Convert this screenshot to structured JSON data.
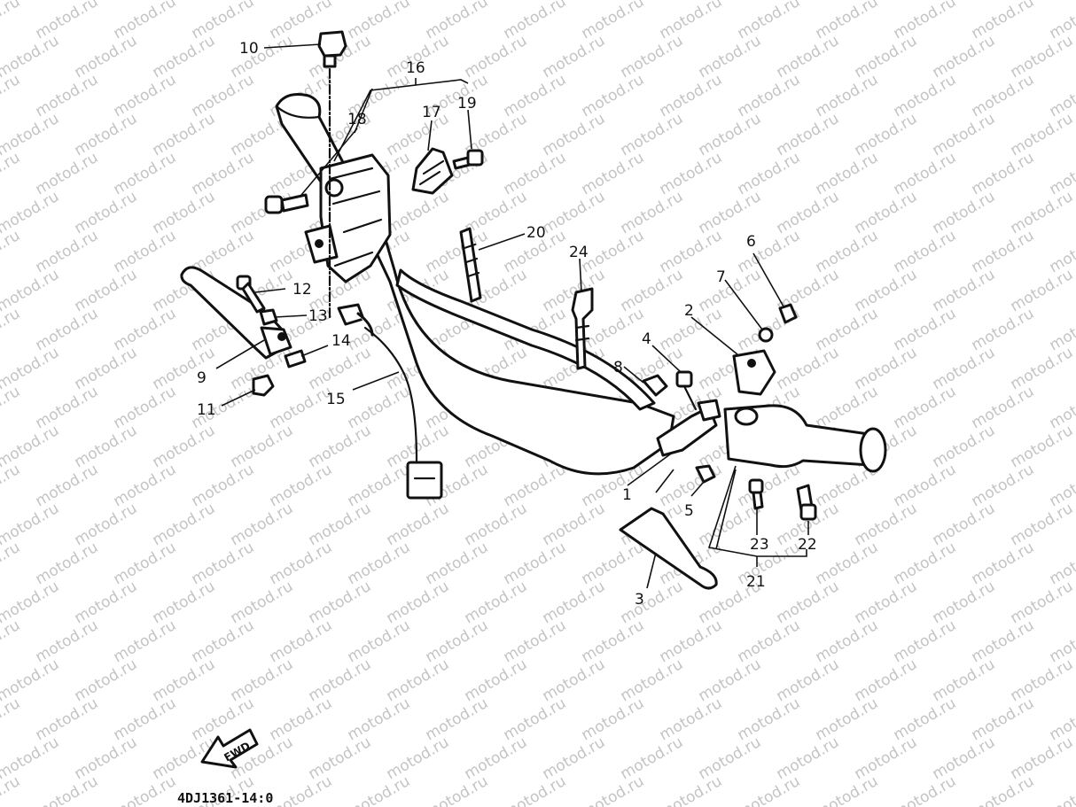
{
  "diagram": {
    "part_numbers": [
      "1",
      "2",
      "3",
      "4",
      "5",
      "6",
      "7",
      "8",
      "9",
      "10",
      "11",
      "12",
      "13",
      "14",
      "15",
      "16",
      "17",
      "18",
      "19",
      "20",
      "21",
      "22",
      "23",
      "24"
    ],
    "drawing_code": "4DJ1361-14:0",
    "forward_marker": "FWD",
    "watermark": "motod.ru"
  },
  "colors": {
    "ink": "#111111",
    "watermark": "#c4c4c4",
    "background": "#ffffff"
  }
}
